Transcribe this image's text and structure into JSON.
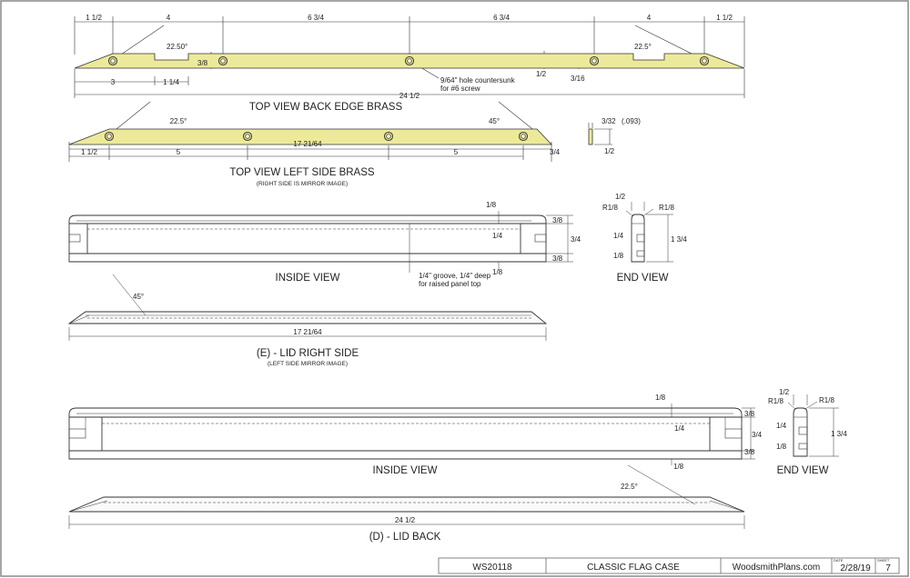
{
  "colors": {
    "brass": "#ecea9a",
    "brass_edge": "#8a8a3a",
    "line": "#333333"
  },
  "back_brass": {
    "title": "TOP VIEW BACK EDGE BRASS",
    "d_left": "1 1/2",
    "d_4a": "4",
    "d_634a": "6 3/4",
    "d_634b": "6 3/4",
    "d_4b": "4",
    "d_right": "1 1/2",
    "angle_l": "22.50°",
    "angle_r": "22.5°",
    "d_38": "3/8",
    "d_3": "3",
    "d_114": "1 1/4",
    "note_1": "9/64\" hole countersunk",
    "note_2": "for #6 screw",
    "d_12": "1/2",
    "d_316": "3/16",
    "d_total": "24 1/2"
  },
  "side_brass": {
    "title": "TOP VIEW LEFT SIDE BRASS",
    "subtitle": "(RIGHT SIDE IS MIRROR IMAGE)",
    "angle_l": "22.5°",
    "angle_r": "45°",
    "d_total": "17 21/64",
    "d_112": "1 1/2",
    "d_5a": "5",
    "d_5b": "5",
    "d_34": "3/4"
  },
  "thickness": {
    "d_332": "3/32",
    "d_093": "(.093)",
    "d_12": "1/2"
  },
  "inside_1": {
    "title": "INSIDE VIEW",
    "d_18": "1/8",
    "d_38a": "3/8",
    "d_14": "1/4",
    "d_34": "3/4",
    "d_38b": "3/8",
    "d_18b": "1/8",
    "note_1": "1/4\" groove, 1/4\" deep",
    "note_2": "for raised panel top"
  },
  "end_1": {
    "title": "END VIEW",
    "d_12": "1/2",
    "r_l": "R1/8",
    "r_r": "R1/8",
    "d_14": "1/4",
    "d_18": "1/8",
    "d_134": "1 3/4"
  },
  "lid_right": {
    "title": "(E) - LID RIGHT SIDE",
    "subtitle": "(LEFT SIDE MIRROR IMAGE)",
    "angle": "45°",
    "d_total": "17 21/64"
  },
  "inside_2": {
    "title": "INSIDE VIEW",
    "d_18": "1/8",
    "d_38a": "3/8",
    "d_14": "1/4",
    "d_34": "3/4",
    "d_38b": "3/8",
    "d_18b": "1/8"
  },
  "end_2": {
    "title": "END VIEW",
    "d_12": "1/2",
    "r_l": "R1/8",
    "r_r": "R1/8",
    "d_14": "1/4",
    "d_18": "1/8",
    "d_134": "1 3/4"
  },
  "lid_back": {
    "title": "(D) - LID BACK",
    "angle": "22.5°",
    "d_total": "24 1/2"
  },
  "title_block": {
    "plan_no": "WS20118",
    "name": "CLASSIC FLAG CASE",
    "site": "WoodsmithPlans.com",
    "date_label": "DATE",
    "date": "2/28/19",
    "sheet_label": "SHEET",
    "sheet": "7"
  }
}
